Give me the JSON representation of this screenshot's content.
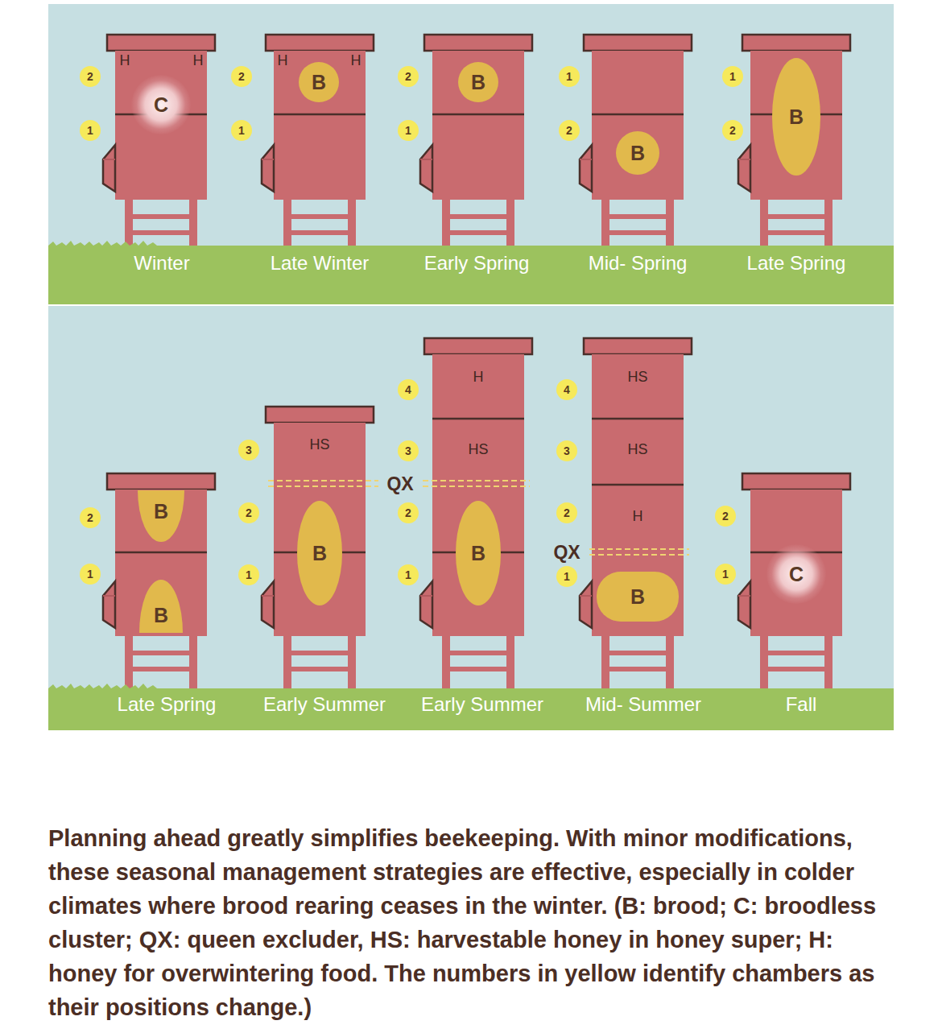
{
  "diagram": {
    "caption": "Planning ahead greatly simplifies beekeeping. With minor modifications, these seasonal management strategies are effective, especially in colder climates where brood rearing ceases in the winter. (B: brood; C: broodless cluster; QX: queen excluder, HS: harvestable honey in honey super; H: honey for overwintering food. The numbers in yellow identify chambers as their positions change.)",
    "nodes": [
      {
        "text": [
          "2"
        ]
      },
      {
        "text": [
          "1"
        ]
      },
      {
        "text": [
          "C"
        ]
      },
      {
        "text": [
          "2"
        ]
      },
      {
        "text": [
          "1"
        ]
      },
      {
        "text": [
          "B"
        ]
      },
      {
        "text": [
          "2"
        ]
      },
      {
        "text": [
          "1"
        ]
      },
      {
        "text": [
          "B"
        ]
      },
      {
        "text": [
          "1"
        ]
      },
      {
        "text": [
          "2"
        ]
      },
      {
        "text": [
          "B"
        ]
      },
      {
        "text": [
          "1"
        ]
      },
      {
        "text": [
          "2"
        ]
      },
      {
        "text": [
          "B"
        ]
      },
      {
        "text": [
          "2"
        ]
      },
      {
        "text": [
          "1"
        ]
      },
      {
        "text": [
          "B"
        ]
      },
      {
        "text": [
          "B"
        ]
      },
      {
        "text": [
          "3"
        ]
      },
      {
        "text": [
          "2"
        ]
      },
      {
        "text": [
          "1"
        ]
      },
      {
        "text": [
          "B"
        ]
      },
      {
        "text": [
          "4"
        ]
      },
      {
        "text": [
          "3"
        ]
      },
      {
        "text": [
          "2"
        ]
      },
      {
        "text": [
          "1"
        ]
      },
      {
        "text": [
          "B"
        ]
      },
      {
        "text": [
          "4"
        ]
      },
      {
        "text": [
          "3"
        ]
      },
      {
        "text": [
          "2"
        ]
      },
      {
        "text": [
          "1"
        ]
      },
      {
        "text": [
          "B"
        ]
      },
      {
        "text": [
          "2"
        ]
      },
      {
        "text": [
          "1"
        ]
      },
      {
        "text": [
          "C"
        ]
      }
    ],
    "labels": [
      "H",
      "H",
      "H",
      "H",
      "Winter",
      "Late Winter",
      "Early Spring",
      "Mid- Spring",
      "Late Spring",
      "HS",
      "QX",
      "H",
      "HS",
      "HS",
      "HS",
      "H",
      "QX",
      "Late Spring",
      "Early Summer",
      "Early Summer",
      "Mid- Summer",
      "Fall"
    ]
  }
}
